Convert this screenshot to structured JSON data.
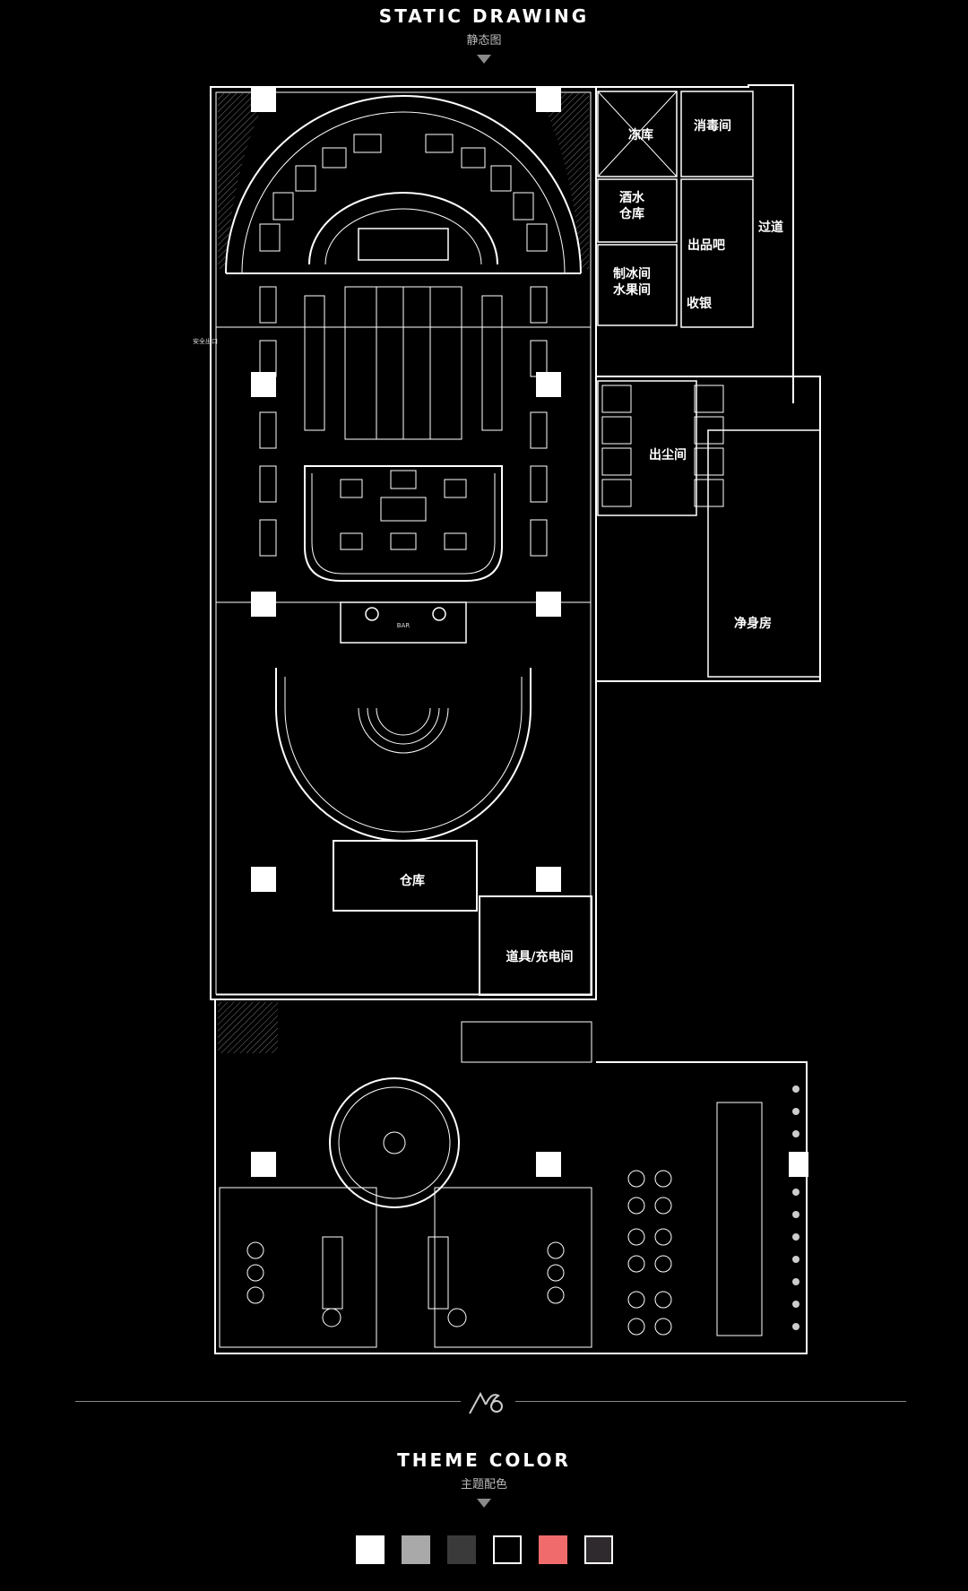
{
  "header": {
    "title": "STATIC DRAWING",
    "subtitle": "静态图"
  },
  "plan": {
    "rooms": {
      "freezer": "冻库",
      "disinfection": "消毒间",
      "wine_storage": "酒水\n仓库",
      "aisle": "过道",
      "bar_outlet": "出品吧",
      "ice_fruit": "制冰间\n水果间",
      "cashier": "收银",
      "dust_room": "出尘间",
      "purify_room": "净身房",
      "warehouse": "仓库",
      "prop_room": "道具/充电间"
    },
    "small_labels": {
      "safe_exit": "安全出口",
      "bar": "BAR"
    }
  },
  "theme": {
    "title": "THEME COLOR",
    "subtitle": "主题配色"
  },
  "swatches": [
    {
      "color": "#ffffff",
      "outline": false
    },
    {
      "color": "#a9a9a9",
      "outline": false
    },
    {
      "color": "#3a3a3a",
      "outline": false
    },
    {
      "color": "#000000",
      "outline": true
    },
    {
      "color": "#f06b6b",
      "outline": false
    },
    {
      "color": "#2e2a2e",
      "outline": true
    }
  ]
}
